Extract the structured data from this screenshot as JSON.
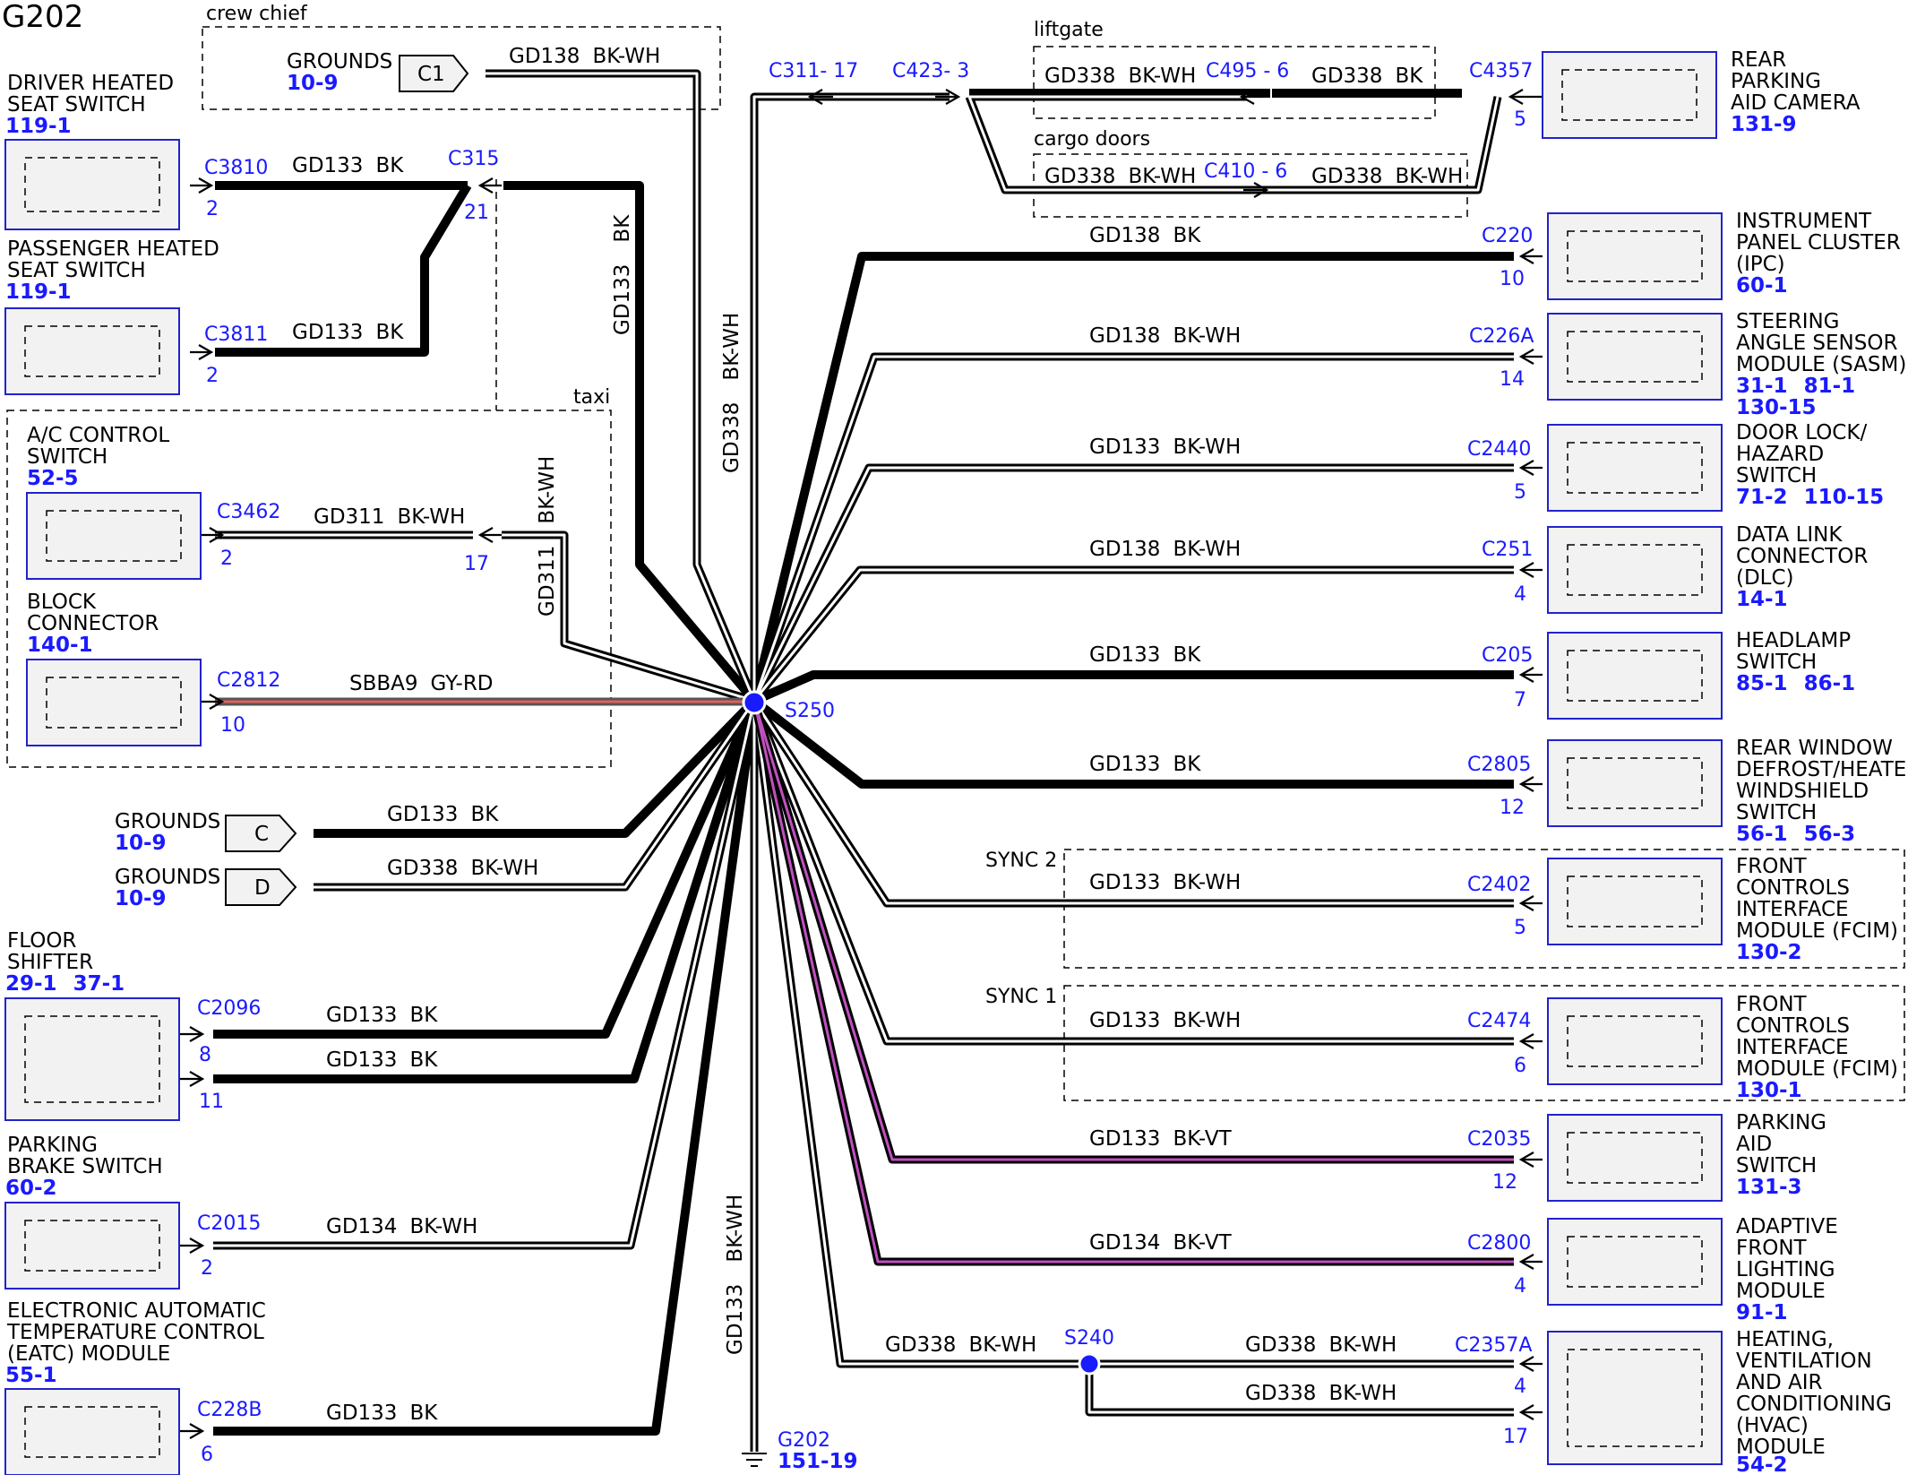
{
  "title": "G202",
  "groups": [
    {
      "label": "crew chief"
    },
    {
      "label": "taxi"
    },
    {
      "label": "liftgate"
    },
    {
      "label": "cargo doors"
    },
    {
      "label": "SYNC 2"
    },
    {
      "label": "SYNC 1"
    }
  ],
  "components": [
    {
      "name_lines": [
        "DRIVER HEATED",
        "SEAT SWITCH"
      ],
      "refs": [
        "119-1"
      ]
    },
    {
      "name_lines": [
        "PASSENGER HEATED",
        "SEAT SWITCH"
      ],
      "refs": [
        "119-1"
      ]
    },
    {
      "name_lines": [
        "A/C CONTROL",
        "SWITCH"
      ],
      "refs": [
        "52-5"
      ]
    },
    {
      "name_lines": [
        "BLOCK",
        "CONNECTOR"
      ],
      "refs": [
        "140-1"
      ]
    },
    {
      "name_lines": [
        "FLOOR",
        "SHIFTER"
      ],
      "refs": [
        "29-1",
        "37-1"
      ]
    },
    {
      "name_lines": [
        "PARKING",
        "BRAKE SWITCH"
      ],
      "refs": [
        "60-2"
      ]
    },
    {
      "name_lines": [
        "ELECTRONIC AUTOMATIC",
        "TEMPERATURE CONTROL",
        "(EATC) MODULE"
      ],
      "refs": [
        "55-1"
      ]
    },
    {
      "name_lines": [
        "REAR",
        "PARKING",
        "AID CAMERA"
      ],
      "refs": [
        "131-9"
      ]
    },
    {
      "name_lines": [
        "INSTRUMENT",
        "PANEL CLUSTER",
        "(IPC)"
      ],
      "refs": [
        "60-1"
      ]
    },
    {
      "name_lines": [
        "STEERING",
        "ANGLE SENSOR",
        "MODULE (SASM)"
      ],
      "refs": [
        "31-1",
        "81-1",
        "130-15"
      ]
    },
    {
      "name_lines": [
        "DOOR LOCK/",
        "HAZARD",
        "SWITCH"
      ],
      "refs": [
        "71-2",
        "110-15"
      ]
    },
    {
      "name_lines": [
        "DATA LINK",
        "CONNECTOR",
        "(DLC)"
      ],
      "refs": [
        "14-1"
      ]
    },
    {
      "name_lines": [
        "HEADLAMP",
        "SWITCH"
      ],
      "refs": [
        "85-1",
        "86-1"
      ]
    },
    {
      "name_lines": [
        "REAR WINDOW",
        "DEFROST/HEATED",
        "WINDSHIELD",
        "SWITCH"
      ],
      "refs": [
        "56-1",
        "56-3"
      ]
    },
    {
      "name_lines": [
        "FRONT",
        "CONTROLS",
        "INTERFACE",
        "MODULE (FCIM)"
      ],
      "refs": [
        "130-2"
      ]
    },
    {
      "name_lines": [
        "FRONT",
        "CONTROLS",
        "INTERFACE",
        "MODULE (FCIM)"
      ],
      "refs": [
        "130-1"
      ]
    },
    {
      "name_lines": [
        "PARKING",
        "AID",
        "SWITCH"
      ],
      "refs": [
        "131-3"
      ]
    },
    {
      "name_lines": [
        "ADAPTIVE",
        "FRONT",
        "LIGHTING",
        "MODULE"
      ],
      "refs": [
        "91-1"
      ]
    },
    {
      "name_lines": [
        "HEATING,",
        "VENTILATION",
        "AND AIR",
        "CONDITIONING",
        "(HVAC)",
        "MODULE"
      ],
      "refs": [
        "54-2"
      ]
    }
  ],
  "grounds": [
    {
      "label": "GROUNDS",
      "ref": "10-9",
      "tag": "C1"
    },
    {
      "label": "GROUNDS",
      "ref": "10-9",
      "tag": "C"
    },
    {
      "label": "GROUNDS",
      "ref": "10-9",
      "tag": "D"
    }
  ],
  "connectors": [
    {
      "id": "C3810",
      "pin": "2"
    },
    {
      "id": "C3811",
      "pin": "2"
    },
    {
      "id": "C315",
      "pin": "21"
    },
    {
      "id": "C315-17",
      "pin": "17"
    },
    {
      "id": "C3462",
      "pin": "2"
    },
    {
      "id": "C2812",
      "pin": "10"
    },
    {
      "id": "C2096",
      "pin": "8"
    },
    {
      "id": "C2096-11",
      "pin": "11"
    },
    {
      "id": "C2015",
      "pin": "2"
    },
    {
      "id": "C228B",
      "pin": "6"
    },
    {
      "id": "C311",
      "pin": "17"
    },
    {
      "id": "C423",
      "pin": "3"
    },
    {
      "id": "C495",
      "pin": "6"
    },
    {
      "id": "C4357",
      "pin": "5"
    },
    {
      "id": "C410",
      "pin": "6"
    },
    {
      "id": "C220",
      "pin": "10"
    },
    {
      "id": "C226A",
      "pin": "14"
    },
    {
      "id": "C2440",
      "pin": "5"
    },
    {
      "id": "C251",
      "pin": "4"
    },
    {
      "id": "C205",
      "pin": "7"
    },
    {
      "id": "C2805",
      "pin": "12"
    },
    {
      "id": "C2402",
      "pin": "5"
    },
    {
      "id": "C2474",
      "pin": "6"
    },
    {
      "id": "C2035",
      "pin": "12"
    },
    {
      "id": "C2800",
      "pin": "4"
    },
    {
      "id": "C2357A",
      "pin": "4"
    },
    {
      "id": "C2357A-17",
      "pin": "17"
    }
  ],
  "splices": [
    {
      "id": "S250"
    },
    {
      "id": "S240"
    }
  ],
  "ground_point": {
    "id": "G202",
    "ref": "151-19"
  },
  "circuits": [
    {
      "code": "GD138",
      "color": "BK-WH"
    },
    {
      "code": "GD133",
      "color": "BK"
    },
    {
      "code": "GD133",
      "color": "BK"
    },
    {
      "code": "GD133",
      "color": "BK"
    },
    {
      "code": "GD338",
      "color": "BK-WH"
    },
    {
      "code": "GD311",
      "color": "BK-WH"
    },
    {
      "code": "GD311",
      "color": "BK-WH"
    },
    {
      "code": "SBBA9",
      "color": "GY-RD"
    },
    {
      "code": "GD133",
      "color": "BK"
    },
    {
      "code": "GD338",
      "color": "BK-WH"
    },
    {
      "code": "GD133",
      "color": "BK"
    },
    {
      "code": "GD133",
      "color": "BK"
    },
    {
      "code": "GD134",
      "color": "BK-WH"
    },
    {
      "code": "GD133",
      "color": "BK"
    },
    {
      "code": "GD133",
      "color": "BK-WH"
    },
    {
      "code": "GD338",
      "color": "BK-WH"
    },
    {
      "code": "GD338",
      "color": "BK"
    },
    {
      "code": "GD338",
      "color": "BK-WH"
    },
    {
      "code": "GD338",
      "color": "BK-WH"
    },
    {
      "code": "GD138",
      "color": "BK"
    },
    {
      "code": "GD138",
      "color": "BK-WH"
    },
    {
      "code": "GD133",
      "color": "BK-WH"
    },
    {
      "code": "GD138",
      "color": "BK-WH"
    },
    {
      "code": "GD133",
      "color": "BK"
    },
    {
      "code": "GD133",
      "color": "BK"
    },
    {
      "code": "GD133",
      "color": "BK-WH"
    },
    {
      "code": "GD133",
      "color": "BK-WH"
    },
    {
      "code": "GD133",
      "color": "BK-VT"
    },
    {
      "code": "GD134",
      "color": "BK-VT"
    },
    {
      "code": "GD338",
      "color": "BK-WH"
    },
    {
      "code": "GD338",
      "color": "BK-WH"
    },
    {
      "code": "GD338",
      "color": "BK-WH"
    },
    {
      "code": "GD133",
      "color": "BK-WH"
    }
  ],
  "colors": {
    "link": "#1a1aff",
    "wire": "#000000",
    "box_fill": "#f2f2f2",
    "red": "#e06060",
    "violet": "#c050c0"
  }
}
